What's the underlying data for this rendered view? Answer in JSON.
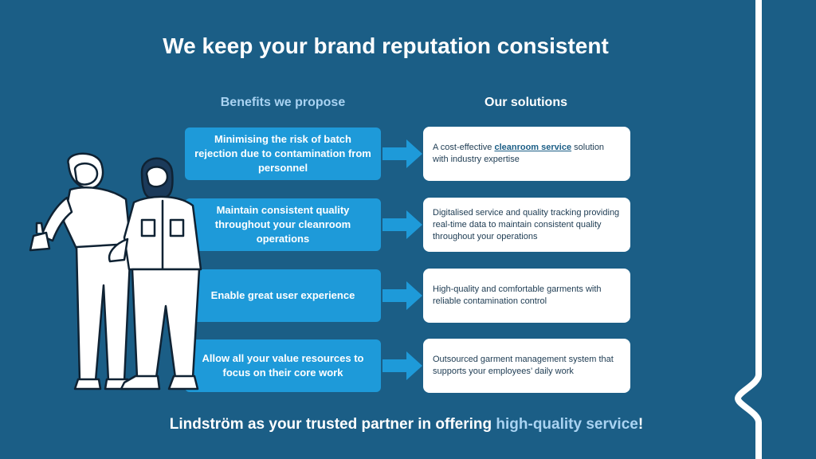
{
  "title": "We keep your brand reputation consistent",
  "columns": {
    "benefits": "Benefits we propose",
    "solutions": "Our solutions"
  },
  "rows": [
    {
      "benefit": "Minimising the risk of batch rejection due to contamination from personnel",
      "solution_pre": "A cost-effective ",
      "solution_link": "cleanroom service",
      "solution_post": " solution with industry expertise"
    },
    {
      "benefit": "Maintain consistent quality throughout your cleanroom operations",
      "solution": "Digitalised service and quality tracking providing real-time data to maintain consistent quality throughout your operations"
    },
    {
      "benefit": "Enable great user experience",
      "solution": "High-quality and comfortable garments with reliable contamination control"
    },
    {
      "benefit": "Allow all your value resources to focus on their core work",
      "solution": "Outsourced garment management system that supports your employees’ daily work"
    }
  ],
  "footer": {
    "pre": "Lindström as your trusted partner in offering ",
    "highlight": "high-quality service",
    "post": "!"
  },
  "colors": {
    "background": "#1b5e86",
    "benefit_box": "#1e9ad9",
    "highlight": "#a9d3f2",
    "solution_box": "#ffffff"
  },
  "icons": {
    "illustration": "two-people-illustration",
    "arrow": "arrow-right-icon",
    "brand_mark": "brand-chevron-line"
  }
}
